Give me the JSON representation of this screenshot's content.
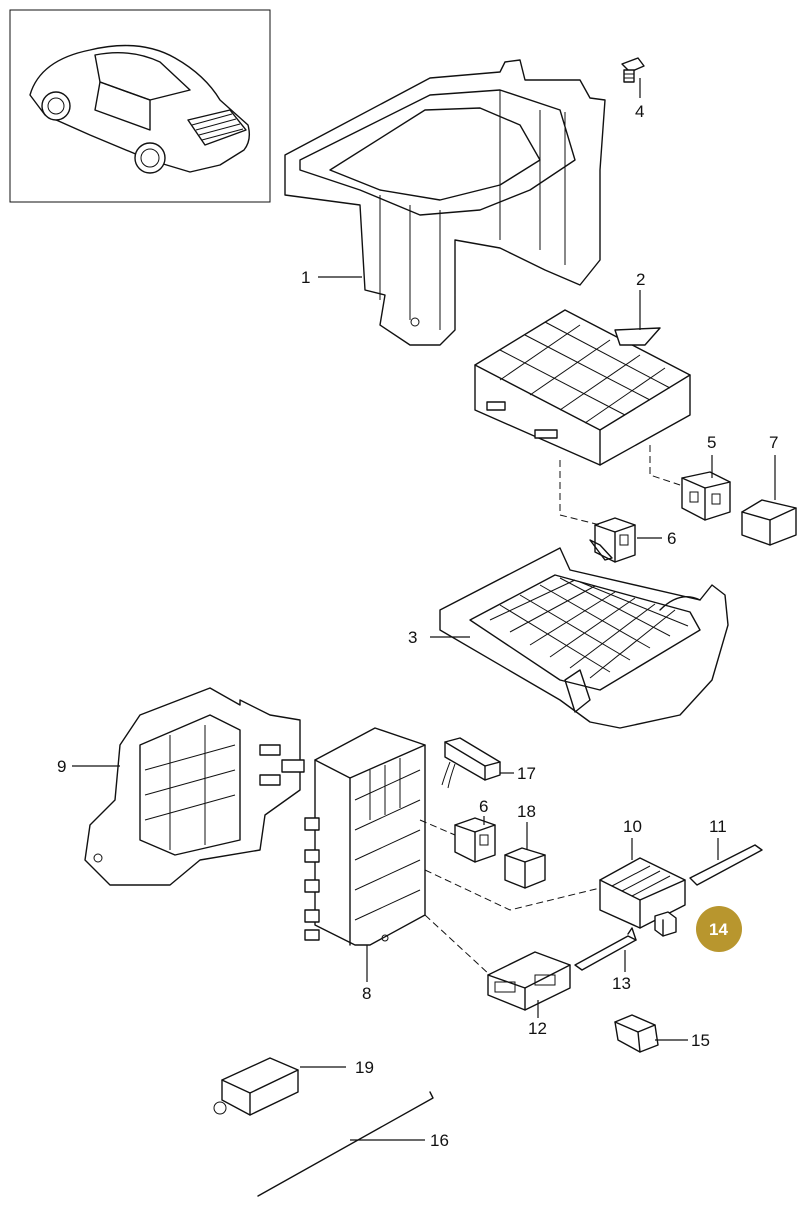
{
  "highlight_color": "#b8962e",
  "labels": {
    "p1": "1",
    "p2": "2",
    "p3": "3",
    "p4": "4",
    "p5": "5",
    "p6a": "6",
    "p6b": "6",
    "p7": "7",
    "p8": "8",
    "p9": "9",
    "p10": "10",
    "p11": "11",
    "p12": "12",
    "p13": "13",
    "p14": "14",
    "p15": "15",
    "p16": "16",
    "p17": "17",
    "p18": "18",
    "p19": "19"
  }
}
